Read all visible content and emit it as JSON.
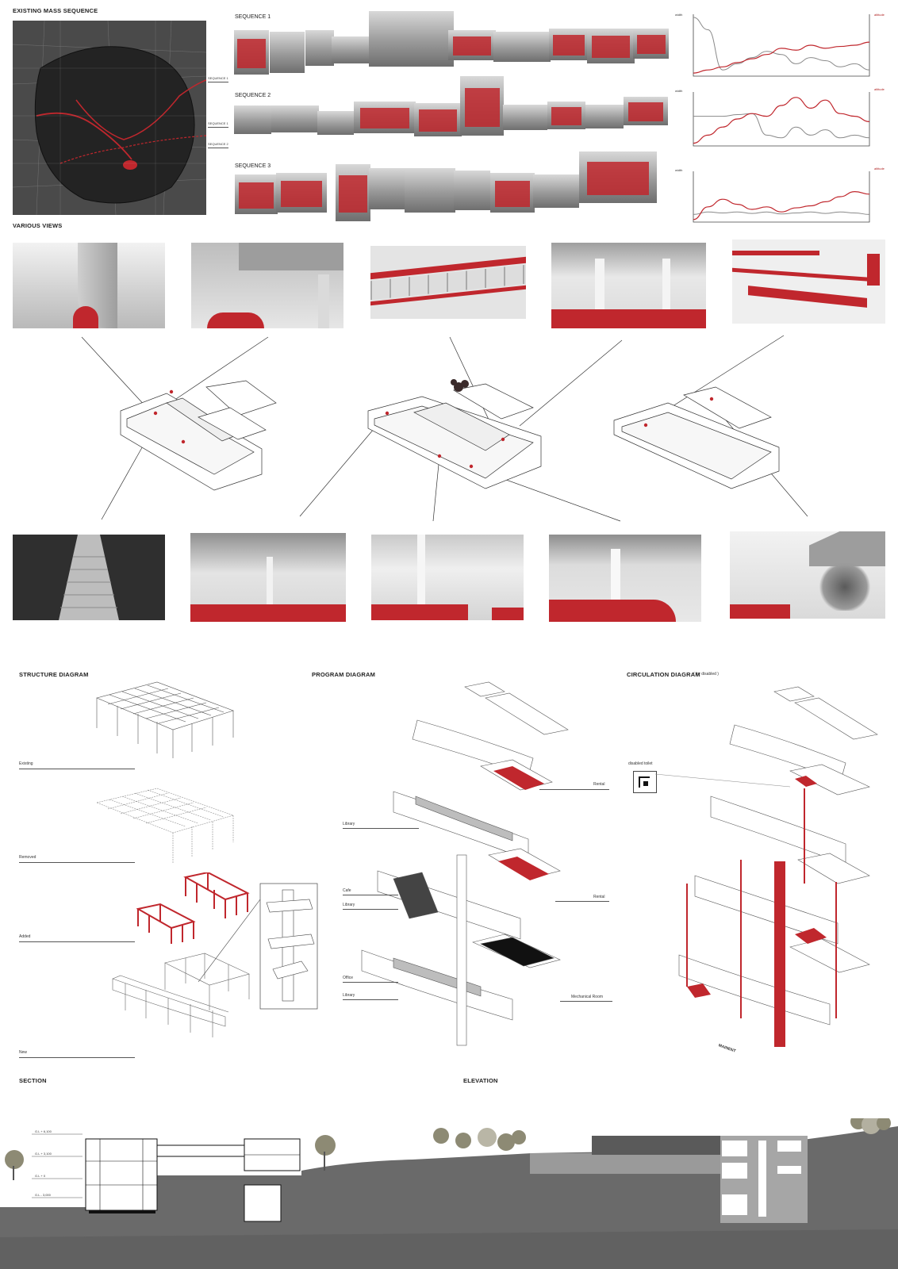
{
  "sections": {
    "mass_sequence": "EXISTING MASS SEQUENCE",
    "various_views": "VARIOUS VIEWS",
    "structure": "STRUCTURE DIAGRAM",
    "program": "PROGRAM DIAGRAM",
    "circulation": "CIRCULATION DIAGRAM",
    "circulation_note": "( for disabled )",
    "section": "SECTION",
    "elevation": "ELEVATION"
  },
  "sequences": [
    {
      "label": "SEQUENCE 1",
      "map_label": "SEQUENCE 1"
    },
    {
      "label": "SEQUENCE 2",
      "map_label": "SEQUENCE 2"
    },
    {
      "label": "SEQUENCE 3",
      "map_label": "SEQUENCE 3"
    }
  ],
  "chart_axes": {
    "left": "width",
    "right": "altitude"
  },
  "structure_labels": [
    "Existing",
    "Removed",
    "Added",
    "New"
  ],
  "program_labels": {
    "rental_top": "Rental",
    "library_top": "Library",
    "cafe": "Cafe",
    "library_mid": "Library",
    "rental_mid": "Rental",
    "office": "Office",
    "library_bottom": "Library",
    "mechanical": "Mechanical Room"
  },
  "circulation_labels": {
    "toilet": "disabled toilet",
    "entry": "MAINENT"
  },
  "section_levels": [
    "G.L + 6,100",
    "G.L + 3,100",
    "G.L + 0",
    "G.L - 3,000"
  ],
  "colors": {
    "accent": "#c0272d",
    "gray_line": "#8a8a8a",
    "ground": "#6a6a6a"
  },
  "chart_data": [
    {
      "type": "line",
      "title": "",
      "xlabel": "",
      "ylabel": "width",
      "y2label": "altitude",
      "x": [
        0,
        1,
        2,
        3,
        4,
        5,
        6,
        7,
        8,
        9,
        10,
        11,
        12
      ],
      "series": [
        {
          "values": [
            0.95,
            0.75,
            0.1,
            0.2,
            0.3,
            0.4,
            0.35,
            0.2,
            0.3,
            0.25,
            0.15,
            0.2,
            0.1
          ]
        },
        {
          "values": [
            0.05,
            0.1,
            0.15,
            0.22,
            0.28,
            0.35,
            0.45,
            0.42,
            0.5,
            0.45,
            0.48,
            0.5,
            0.55
          ]
        }
      ]
    },
    {
      "type": "line",
      "title": "",
      "xlabel": "",
      "ylabel": "width",
      "y2label": "altitude",
      "x": [
        0,
        1,
        2,
        3,
        4,
        5,
        6,
        7,
        8,
        9,
        10,
        11,
        12
      ],
      "series": [
        {
          "values": [
            0.55,
            0.55,
            0.55,
            0.58,
            0.6,
            0.2,
            0.15,
            0.35,
            0.2,
            0.3,
            0.15,
            0.2,
            0.15
          ]
        },
        {
          "values": [
            0.05,
            0.2,
            0.35,
            0.5,
            0.6,
            0.55,
            0.75,
            0.9,
            0.7,
            0.85,
            0.6,
            0.55,
            0.45
          ]
        }
      ]
    },
    {
      "type": "line",
      "title": "",
      "xlabel": "",
      "ylabel": "width",
      "y2label": "altitude",
      "x": [
        0,
        1,
        2,
        3,
        4,
        5,
        6,
        7,
        8,
        9,
        10,
        11,
        12
      ],
      "series": [
        {
          "values": [
            0.15,
            0.2,
            0.18,
            0.2,
            0.17,
            0.2,
            0.16,
            0.18,
            0.2,
            0.17,
            0.2,
            0.18,
            0.15
          ]
        },
        {
          "values": [
            0.05,
            0.3,
            0.45,
            0.35,
            0.25,
            0.3,
            0.2,
            0.28,
            0.32,
            0.4,
            0.5,
            0.6,
            0.55
          ]
        }
      ]
    }
  ]
}
